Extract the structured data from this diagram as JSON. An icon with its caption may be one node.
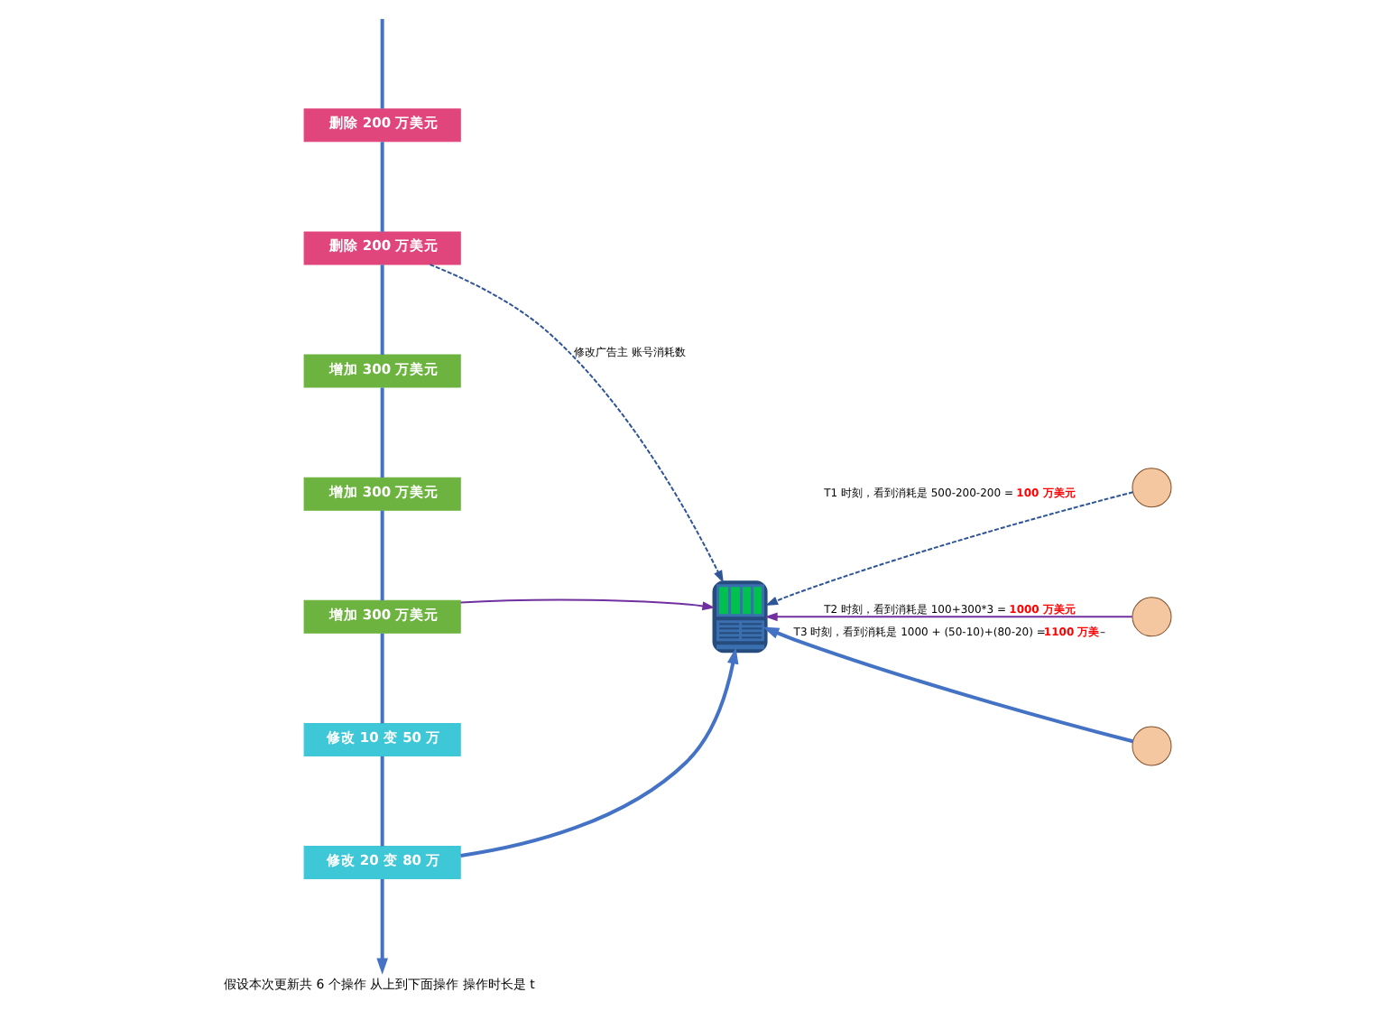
{
  "diagram": {
    "nodes": [
      {
        "text": [
          "删除 200 万美元"
        ]
      },
      {
        "text": [
          "删除 200 万美元"
        ]
      },
      {
        "text": [
          "增加 300 万美元"
        ]
      },
      {
        "text": [
          "增加 300 万美元"
        ]
      },
      {
        "text": [
          "增加 300 万美元"
        ]
      },
      {
        "text": [
          "修改 10 变 50 万"
        ]
      },
      {
        "text": [
          "修改 20 变 80 万"
        ]
      },
      {
        "text": [],
        "shape": "picture"
      },
      {
        "text": [],
        "shape": "person"
      },
      {
        "text": [],
        "shape": "person"
      },
      {
        "text": [],
        "shape": "person"
      },
      {
        "text": [
          "假设本次更新共 6 个操作 从上到下面操作 操作时长是 t"
        ]
      }
    ],
    "edges": [
      {
        "from": null,
        "to": 0,
        "arrow": "none"
      },
      {
        "from": 0,
        "to": 1,
        "arrow": "none"
      },
      {
        "from": 1,
        "to": 2,
        "arrow": "none"
      },
      {
        "from": 2,
        "to": 3,
        "arrow": "none"
      },
      {
        "from": 3,
        "to": 4,
        "arrow": "none"
      },
      {
        "from": 4,
        "to": 5,
        "arrow": "none"
      },
      {
        "from": 5,
        "to": 6,
        "arrow": "none"
      },
      {
        "from": 6,
        "to": 11,
        "arrow": "to"
      },
      {
        "from": 1,
        "to": 7,
        "arrow": "to",
        "style": "dashed",
        "color": "#2f5597",
        "label": "修改广告主 账号消耗数"
      },
      {
        "from": 4,
        "to": 7,
        "arrow": "to",
        "color": "#7030a0"
      },
      {
        "from": 6,
        "to": 7,
        "arrow": "to"
      },
      {
        "from": 8,
        "to": 7,
        "arrow": "to",
        "style": "dashed",
        "color": "#2f5597",
        "label": "T1 时刻，看到消耗是 500-200-200 = **100 万美元**"
      },
      {
        "from": 9,
        "to": 7,
        "arrow": "to",
        "color": "#7030a0",
        "label": "T2 时刻，看到消耗是 100+300*3 = **1000 万美元**"
      },
      {
        "from": 10,
        "to": 7,
        "arrow": "to",
        "label": "T3 时刻，看到消耗是 1000 + (50-10)+(80-20) =**1100 万美**–"
      }
    ]
  }
}
